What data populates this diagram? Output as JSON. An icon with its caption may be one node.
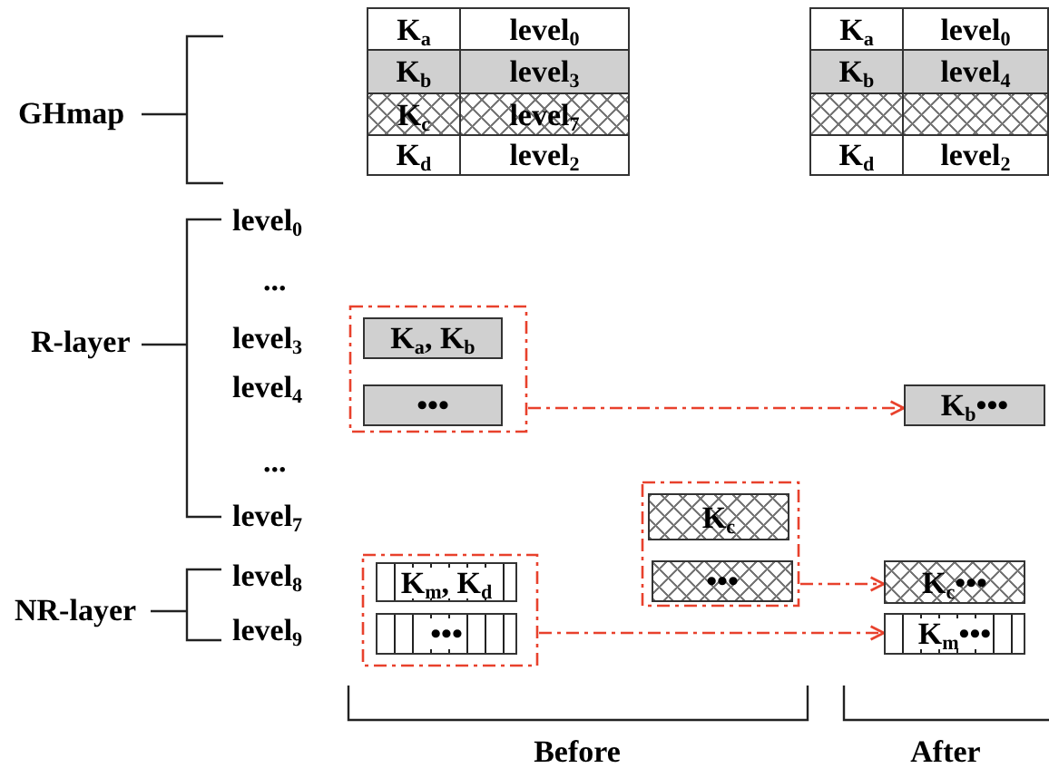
{
  "diagram": {
    "nodes": [
      {
        "text": [],
        "shape": "box"
      },
      {
        "text": [
          "K$_{a}$, K$_{b}$"
        ],
        "in": 0
      },
      {
        "text": [
          "•••"
        ],
        "in": 0
      },
      {
        "text": [
          "K$_{b}$•••"
        ]
      },
      {
        "text": [],
        "shape": "box"
      },
      {
        "text": [
          "K$_{c}$"
        ],
        "in": 4
      },
      {
        "text": [
          "•••"
        ],
        "in": 4
      },
      {
        "text": [],
        "shape": "box"
      },
      {
        "text": [
          "K$_{m}$, K$_{d}$"
        ],
        "in": 7
      },
      {
        "text": [
          "•••"
        ],
        "in": 7
      },
      {
        "text": [
          "K$_{c}$•••"
        ]
      },
      {
        "text": [
          "K$_{m}$•••"
        ]
      }
    ],
    "edges": [
      {
        "from": 0,
        "to": 3,
        "arrow": "to",
        "style": "dashed"
      },
      {
        "from": 4,
        "to": 10,
        "arrow": "to",
        "style": "dashed"
      },
      {
        "from": 7,
        "to": 11,
        "arrow": "to",
        "style": "dashed"
      }
    ],
    "labels": [
      "GHmap",
      "K$_{a}$",
      "level$_{0}$",
      "K$_{b}$",
      "level$_{3}$",
      "K$_{c}$",
      "level$_{7}$",
      "K$_{d}$",
      "level$_{2}$",
      "K$_{a}$",
      "level$_{0}$",
      "K$_{b}$",
      "level$_{4}$",
      "K$_{d}$",
      "level$_{2}$",
      "level$_{0}$",
      "...",
      "R-layer",
      "level$_{3}$",
      "level$_{4}$",
      "...",
      "level$_{7}$",
      "level$_{8}$",
      "NR-layer",
      "level$_{9}$",
      "Before",
      "After"
    ]
  }
}
